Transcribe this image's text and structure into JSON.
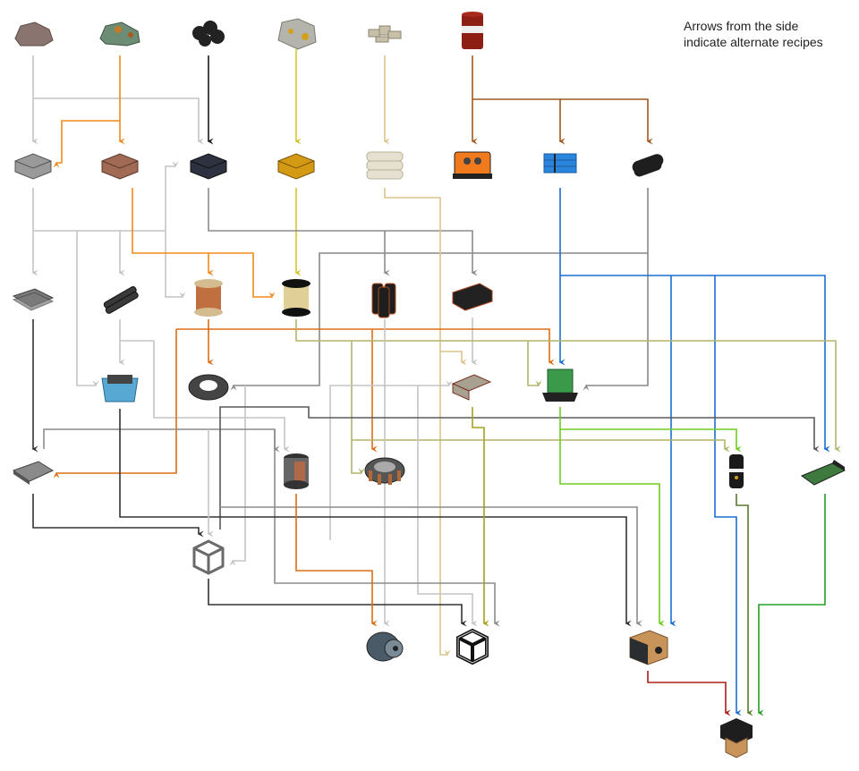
{
  "title": "Production chain diagram",
  "note": {
    "line1": "Arrows from the side",
    "line2": "indicate alternate recipes"
  },
  "colors": {
    "iron": "#c4c4c4",
    "copper": "#f08a1c",
    "coal": "#1a1a1a",
    "caterium": "#d4c42a",
    "limestone": "#dcc48c",
    "oil": "#a0581c",
    "steel": "#8c8c8c",
    "steel_dark": "#5a5a5a",
    "wire": "#dc6e14",
    "quickwire": "#b4b46a",
    "plastic": "#1a6ed2",
    "circuit": "#6ecd1e",
    "encased": "#a8a020",
    "motor_red": "#aa1e1e",
    "ai_green": "#24a024",
    "capacitor": "#5a7a28",
    "dark": "#333333"
  },
  "nodes": [
    {
      "id": "iron-ore",
      "label": "Iron Ore",
      "icon": "iron-ore-icon"
    },
    {
      "id": "copper-ore",
      "label": "Copper Ore",
      "icon": "copper-ore-icon"
    },
    {
      "id": "coal",
      "label": "Coal",
      "icon": "coal-icon"
    },
    {
      "id": "caterium-ore",
      "label": "Caterium Ore",
      "icon": "caterium-ore-icon"
    },
    {
      "id": "limestone",
      "label": "Limestone",
      "icon": "limestone-icon"
    },
    {
      "id": "crude-oil",
      "label": "Crude Oil",
      "icon": "oil-barrel-icon"
    },
    {
      "id": "iron-ingot",
      "label": "Iron Ingot",
      "icon": "iron-ingot-icon"
    },
    {
      "id": "copper-ingot",
      "label": "Copper Ingot",
      "icon": "copper-ingot-icon"
    },
    {
      "id": "steel-ingot",
      "label": "Steel Ingot",
      "icon": "steel-ingot-icon"
    },
    {
      "id": "caterium-ingot",
      "label": "Caterium Ingot",
      "icon": "caterium-ingot-icon"
    },
    {
      "id": "concrete",
      "label": "Concrete",
      "icon": "concrete-icon"
    },
    {
      "id": "fuel",
      "label": "Fuel",
      "icon": "fuel-icon"
    },
    {
      "id": "plastic",
      "label": "Plastic",
      "icon": "plastic-icon"
    },
    {
      "id": "rubber",
      "label": "Rubber",
      "icon": "rubber-icon"
    },
    {
      "id": "iron-plate",
      "label": "Iron Plate",
      "icon": "iron-plate-icon"
    },
    {
      "id": "iron-rod",
      "label": "Iron Rod",
      "icon": "iron-rod-icon"
    },
    {
      "id": "wire",
      "label": "Wire",
      "icon": "wire-spool-icon"
    },
    {
      "id": "quickwire",
      "label": "Quickwire",
      "icon": "quickwire-spool-icon"
    },
    {
      "id": "steel-pipe",
      "label": "Steel Pipe",
      "icon": "steel-pipe-icon"
    },
    {
      "id": "steel-beam",
      "label": "Steel Beam",
      "icon": "steel-beam-icon"
    },
    {
      "id": "screw",
      "label": "Screw",
      "icon": "screw-bin-icon"
    },
    {
      "id": "cable",
      "label": "Cable",
      "icon": "cable-coil-icon"
    },
    {
      "id": "encased-beam",
      "label": "Encased Industrial Beam",
      "icon": "encased-beam-icon"
    },
    {
      "id": "circuit-board",
      "label": "Circuit Board",
      "icon": "circuit-board-icon"
    },
    {
      "id": "reinforced-plate",
      "label": "Reinforced Iron Plate",
      "icon": "reinforced-plate-icon"
    },
    {
      "id": "rotor",
      "label": "Rotor",
      "icon": "rotor-icon"
    },
    {
      "id": "stator",
      "label": "Stator",
      "icon": "stator-icon"
    },
    {
      "id": "capacitor",
      "label": "High-Speed Connector",
      "icon": "connector-icon"
    },
    {
      "id": "ai-limiter",
      "label": "AI Limiter",
      "icon": "ai-limiter-icon"
    },
    {
      "id": "modular-frame",
      "label": "Modular Frame",
      "icon": "modular-frame-icon"
    },
    {
      "id": "motor",
      "label": "Motor",
      "icon": "motor-icon"
    },
    {
      "id": "heavy-frame",
      "label": "Heavy Modular Frame",
      "icon": "heavy-frame-icon"
    },
    {
      "id": "computer",
      "label": "Computer",
      "icon": "computer-icon"
    },
    {
      "id": "supercomputer",
      "label": "Supercomputer",
      "icon": "supercomputer-icon"
    }
  ]
}
